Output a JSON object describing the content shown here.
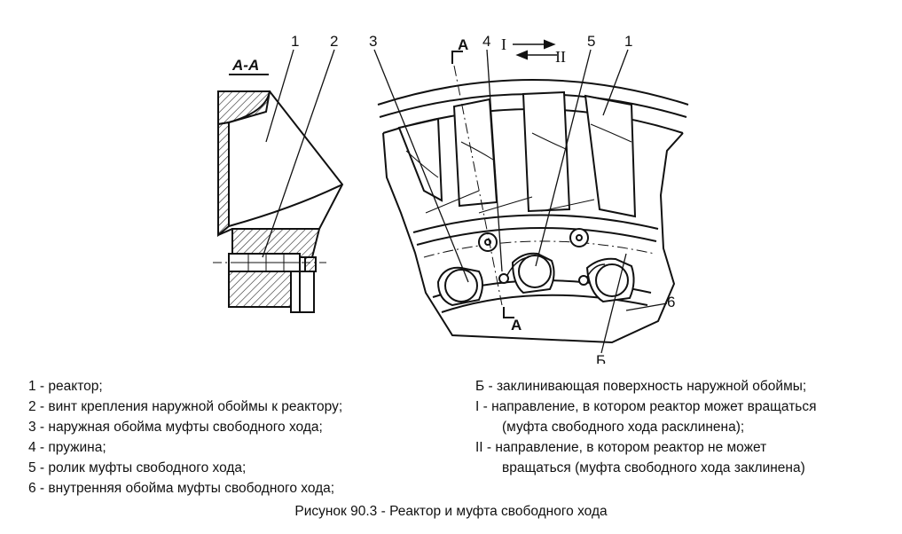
{
  "callouts": {
    "section_title": "А-А",
    "left_1": "1",
    "left_2": "2",
    "right_3": "3",
    "right_A_top": "А",
    "right_4": "4",
    "dir_I": "I",
    "dir_II": "II",
    "right_5": "5",
    "right_1": "1",
    "right_6": "6",
    "right_B": "Б",
    "right_A_bottom": "А"
  },
  "legend": {
    "left": [
      "1 - реактор;",
      "2 - винт крепления наружной обоймы к реактору;",
      "3 - наружная обойма муфты свободного хода;",
      "4 - пружина;",
      "5 - ролик муфты свободного хода;",
      "6 - внутренняя обойма муфты свободного хода;"
    ],
    "right": {
      "b": "Б - заклинивающая поверхность наружной обоймы;",
      "i_line1": "I - направление, в котором реактор может вращаться",
      "i_line2": "(муфта свободного хода расклинена);",
      "ii_line1": "II - направление, в котором реактор не может",
      "ii_line2": "вращаться (муфта свободного хода заклинена)"
    }
  },
  "caption": "Рисунок 90.3 - Реактор и муфта свободного хода"
}
